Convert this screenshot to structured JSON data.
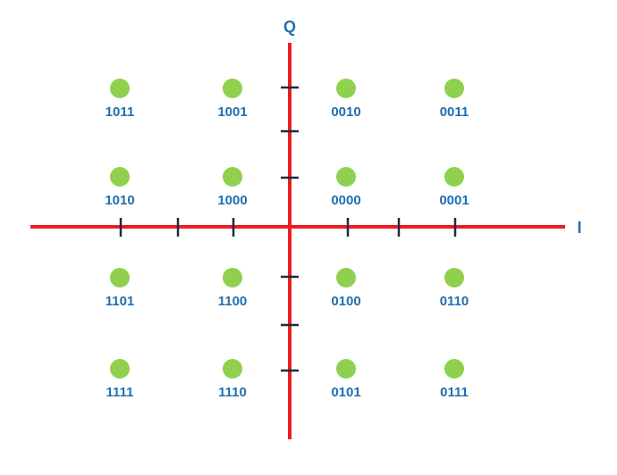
{
  "colors": {
    "axis": "#ee1c24",
    "tick": "#1f2a44",
    "point": "#8fd14f",
    "label": "#1f6fb2"
  },
  "axes": {
    "x_label": "I",
    "y_label": "Q"
  },
  "points": [
    {
      "bits": "1011",
      "col": 0,
      "row": 0
    },
    {
      "bits": "1001",
      "col": 1,
      "row": 0
    },
    {
      "bits": "0010",
      "col": 2,
      "row": 0
    },
    {
      "bits": "0011",
      "col": 3,
      "row": 0
    },
    {
      "bits": "1010",
      "col": 0,
      "row": 1
    },
    {
      "bits": "1000",
      "col": 1,
      "row": 1
    },
    {
      "bits": "0000",
      "col": 2,
      "row": 1
    },
    {
      "bits": "0001",
      "col": 3,
      "row": 1
    },
    {
      "bits": "1101",
      "col": 0,
      "row": 2
    },
    {
      "bits": "1100",
      "col": 1,
      "row": 2
    },
    {
      "bits": "0100",
      "col": 2,
      "row": 2
    },
    {
      "bits": "0110",
      "col": 3,
      "row": 2
    },
    {
      "bits": "1111",
      "col": 0,
      "row": 3
    },
    {
      "bits": "1110",
      "col": 1,
      "row": 3
    },
    {
      "bits": "0101",
      "col": 2,
      "row": 3
    },
    {
      "bits": "0111",
      "col": 3,
      "row": 3
    }
  ]
}
